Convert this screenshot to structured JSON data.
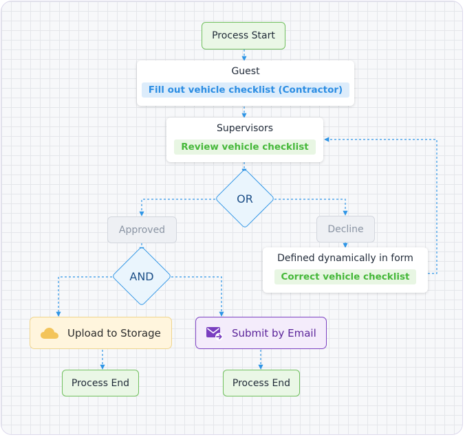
{
  "nodes": {
    "process_start": "Process Start",
    "guest": {
      "title": "Guest",
      "task": "Fill out vehicle checklist (Contractor)"
    },
    "supervisors": {
      "title": "Supervisors",
      "task": "Review vehicle checklist"
    },
    "or_gate": "OR",
    "approved": "Approved",
    "decline": "Decline",
    "defined": {
      "title": "Defined dynamically in form",
      "task": "Correct vehicle checklist"
    },
    "and_gate": "AND",
    "upload": {
      "label": "Upload to Storage",
      "icon": "cloud-icon"
    },
    "email": {
      "label": "Submit by Email",
      "icon": "mail-forward-icon"
    },
    "end_left": "Process End",
    "end_right": "Process End"
  },
  "colors": {
    "connector": "#2e95e6",
    "accent_green": "#46b83a",
    "accent_blue": "#2b8de3",
    "accent_purple": "#7a3fc0",
    "cloud_yellow": "#f3c45a"
  }
}
